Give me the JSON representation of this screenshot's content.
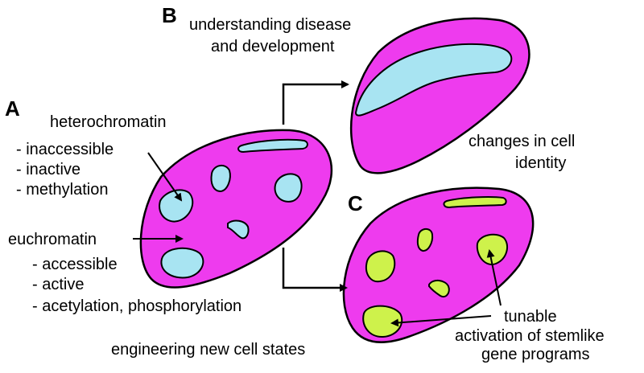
{
  "colors": {
    "cell_fill": "#ee3bee",
    "heterochromatin_fill": "#a8e4f2",
    "activated_fill": "#cef24b",
    "outline": "#000000"
  },
  "panel_a": {
    "letter": "A",
    "heterochromatin": "heterochromatin",
    "hetero_props": [
      "- inaccessible",
      "- inactive",
      "- methylation"
    ],
    "euchromatin": "euchromatin",
    "eu_props": [
      "- accessible",
      "- active",
      "- acetylation, phosphorylation"
    ]
  },
  "panel_b": {
    "letter": "B",
    "title_lines": [
      "understanding disease",
      "and development"
    ],
    "caption_lines": [
      "changes in cell",
      "identity"
    ]
  },
  "panel_c": {
    "letter": "C",
    "caption": "engineering new cell states",
    "annotation_lines": [
      "tunable",
      "activation of stemlike",
      "gene programs"
    ]
  }
}
